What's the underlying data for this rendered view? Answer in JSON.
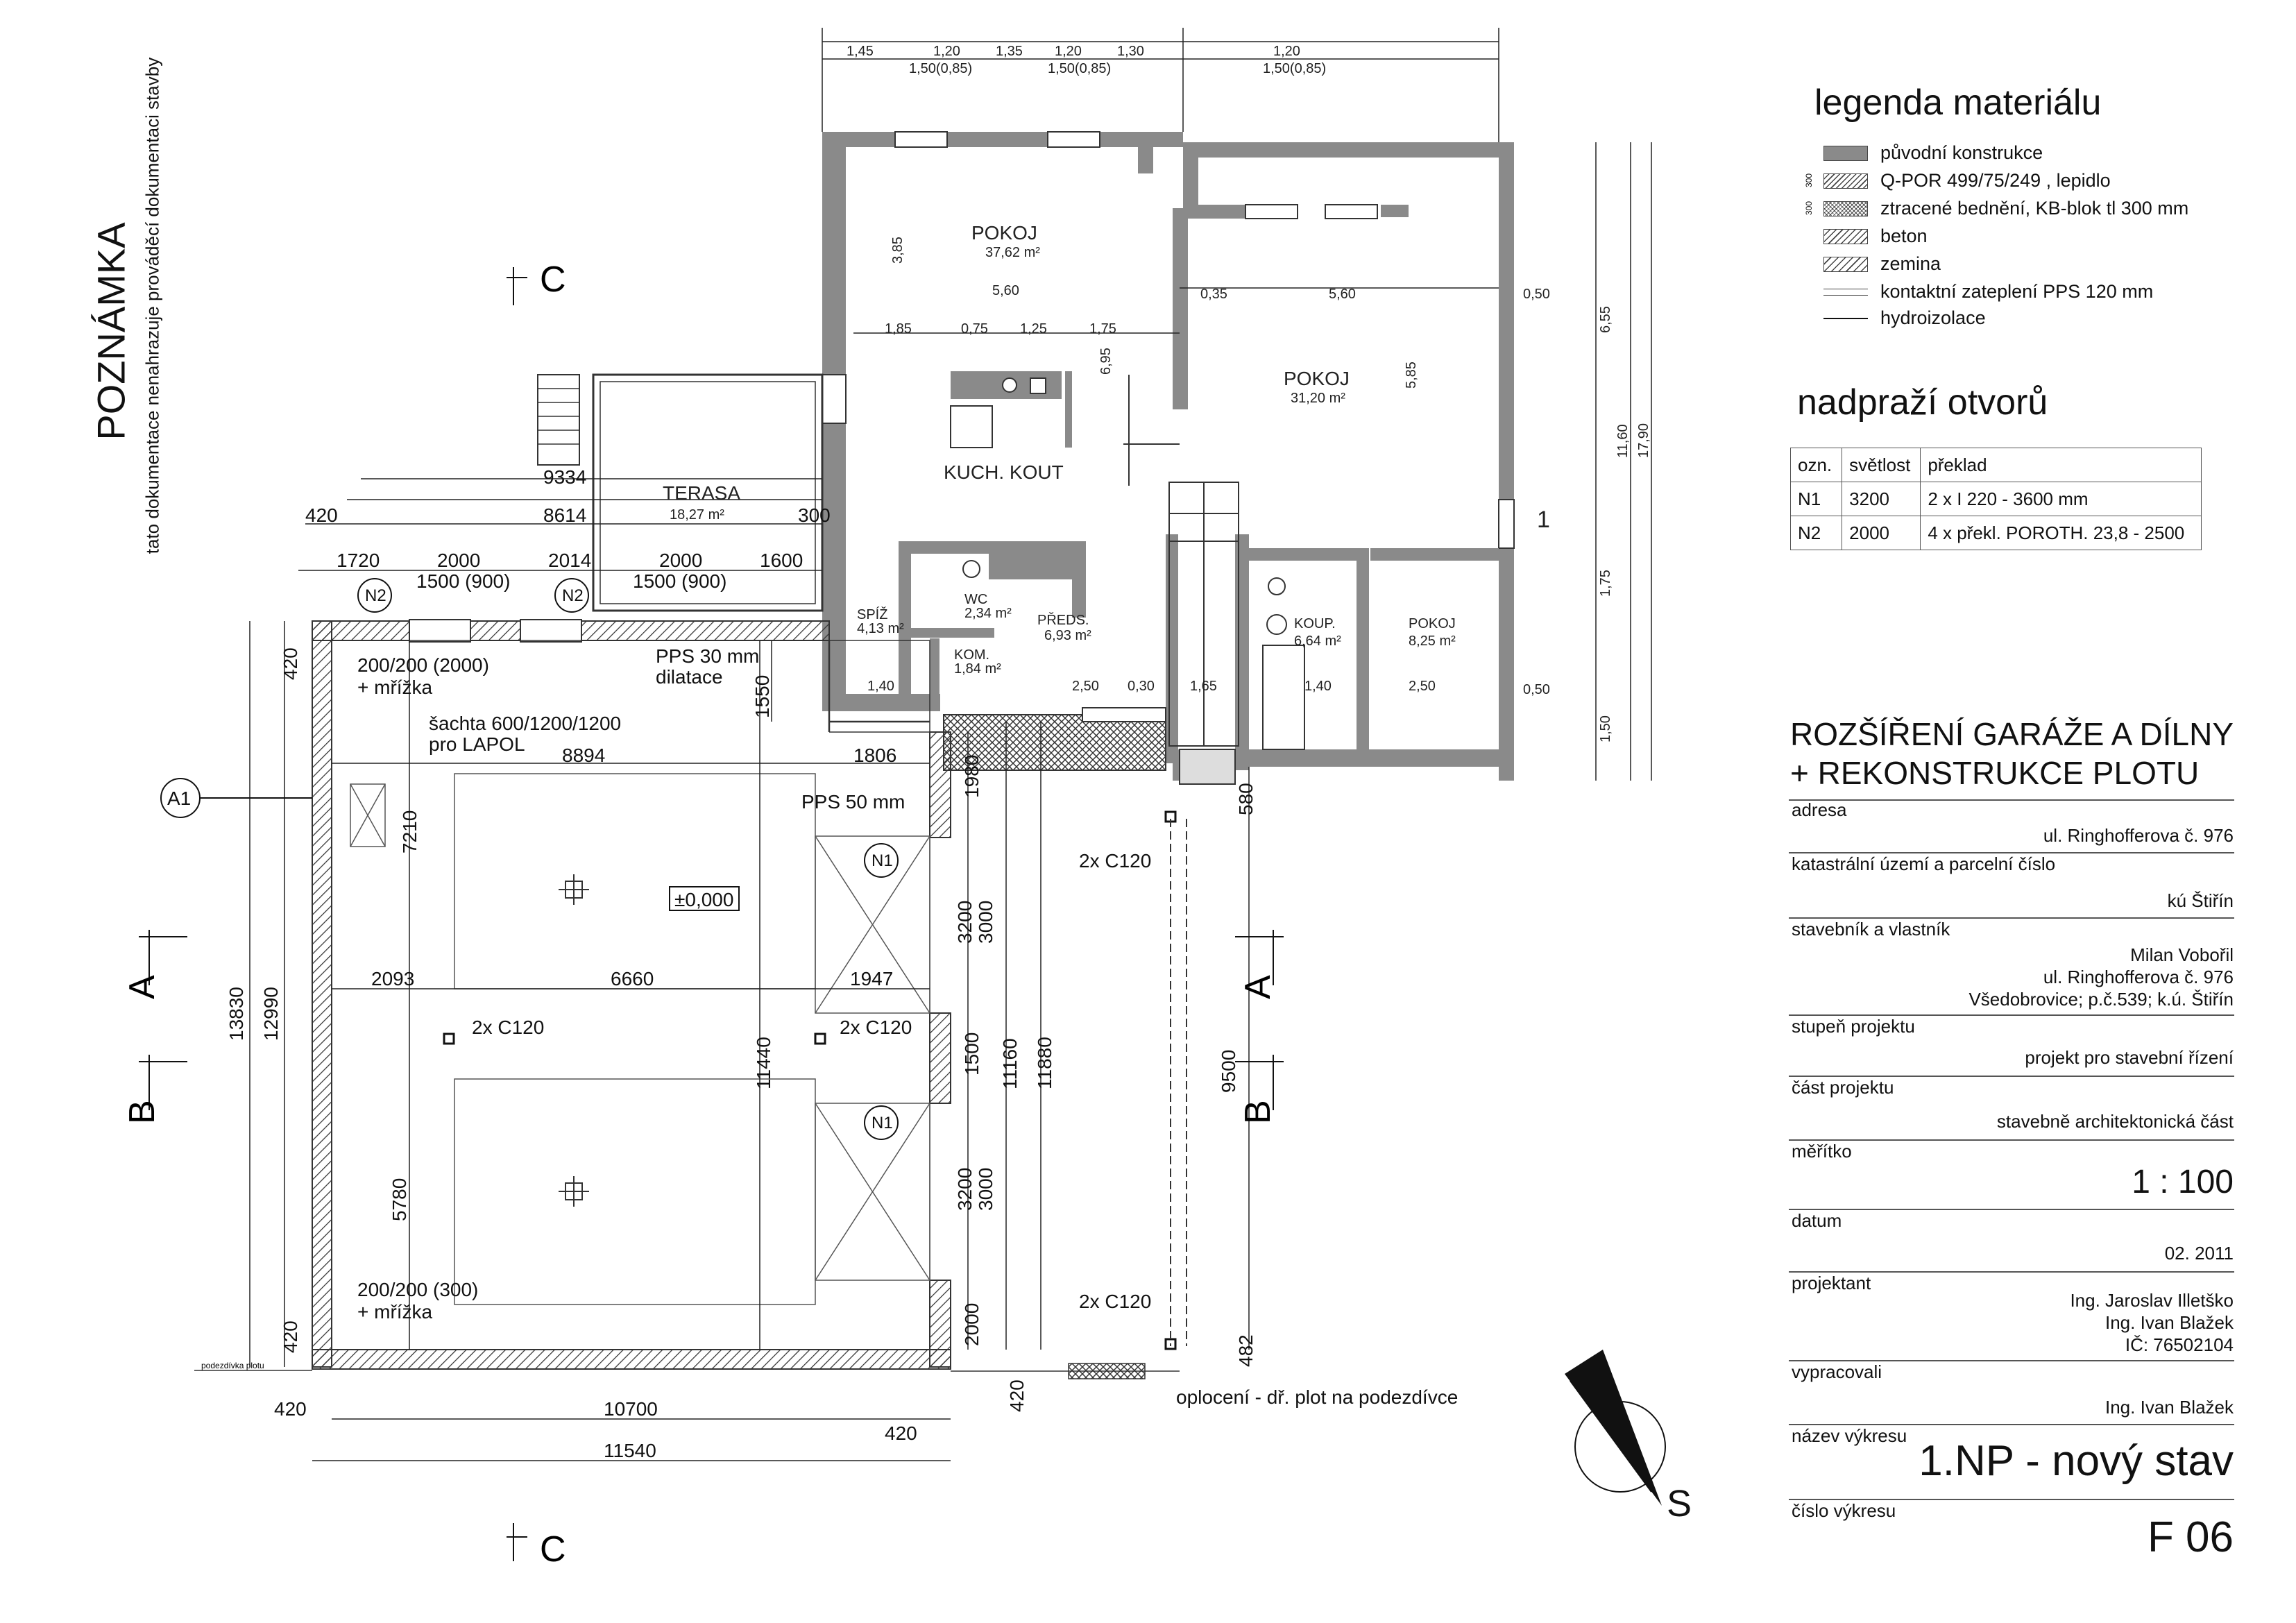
{
  "note": {
    "title": "POZNÁMKA",
    "text": "tato dokumentace nenahrazuje prováděcí dokumentaci stavby"
  },
  "legend": {
    "title": "legenda materiálu",
    "items": [
      {
        "label": "původní konstrukce",
        "num": ""
      },
      {
        "label": "Q-POR 499/75/249 , lepidlo",
        "num": "300"
      },
      {
        "label": "ztracené bednění, KB-blok tl 300 mm",
        "num": "300"
      },
      {
        "label": "beton",
        "num": ""
      },
      {
        "label": "zemina",
        "num": ""
      },
      {
        "label": "kontaktní zateplení PPS 120 mm",
        "num": ""
      },
      {
        "label": "hydroizolace",
        "num": ""
      }
    ]
  },
  "lintels": {
    "title": "nadpraží otvorů",
    "headers": [
      "ozn.",
      "světlost",
      "překlad"
    ],
    "rows": [
      [
        "N1",
        "3200",
        "2 x I 220 - 3600 mm"
      ],
      [
        "N2",
        "2000",
        "4 x překl. POROTH. 23,8 - 2500"
      ]
    ]
  },
  "titleblock": {
    "project_line1": "ROZŠÍŘENÍ GARÁŽE A DÍLNY",
    "project_line2": "+ REKONSTRUKCE PLOTU",
    "address_label": "adresa",
    "address": "ul. Ringhofferova č. 976",
    "cadastre_label": "katastrální území a parcelní číslo",
    "cadastre": "kú Štiřín",
    "owner_label": "stavebník a vlastník",
    "owner_1": "Milan Vobořil",
    "owner_2": "ul. Ringhofferova č. 976",
    "owner_3": "Všedobrovice; p.č.539; k.ú. Štiřín",
    "stage_label": "stupeň projektu",
    "stage": "projekt pro stavební řízení",
    "part_label": "část projektu",
    "part": "stavebně architektonická část",
    "scale_label": "měřítko",
    "scale": "1 : 100",
    "date_label": "datum",
    "date": "02. 2011",
    "designer_label": "projektant",
    "designer_1": "Ing. Jaroslav Illetško",
    "designer_2": "Ing. Ivan Blažek",
    "designer_3": "IČ: 76502104",
    "drawn_label": "vypracovali",
    "drawn": "Ing. Ivan Blažek",
    "drawing_name_label": "název výkresu",
    "drawing_name": "1.NP - nový stav",
    "drawing_no_label": "číslo výkresu",
    "drawing_no": "F 06"
  },
  "plan": {
    "rooms": {
      "pokoj1": "POKOJ",
      "pokoj1_area": "37,62 m²",
      "pokoj2": "POKOJ",
      "pokoj2_area": "31,20 m²",
      "terasa": "TERASA",
      "terasa_area": "18,27 m²",
      "kuch": "KUCH. KOUT",
      "spiz": "SPÍŽ",
      "spiz_area": "4,13 m²",
      "wc": "WC",
      "wc_area": "2,34 m²",
      "preds": "PŘEDS.",
      "preds_area": "6,93 m²",
      "kom": "KOM.",
      "kom_area": "1,84 m²",
      "koup": "KOUP.",
      "koup_area": "6,64 m²",
      "pokoj3": "POKOJ",
      "pokoj3_area": "8,25 m²"
    },
    "labels": {
      "pps30": "PPS 30 mm",
      "dilatace": "dilatace",
      "pps50": "PPS 50 mm",
      "vent1": "200/200 (2000)",
      "vent1b": "+ mřížka",
      "vent2": "200/200 (300)",
      "vent2b": "+ mřížka",
      "sachta1": "šachta 600/1200/1200",
      "sachta2": "pro LAPOL",
      "level": "±0,000",
      "c120_1": "2x C120",
      "c120_2": "2x C120",
      "c120_3": "2x C120",
      "c120_4": "2x C120",
      "fence": "oplocení - dř. plot na podezdívce",
      "podezdivka": "podezdívka plotu",
      "north": "S",
      "one": "1"
    },
    "markers": {
      "a1": "A1",
      "n2a": "N2",
      "n2b": "N2",
      "n1a": "N1",
      "n1b": "N1",
      "secA": "A",
      "secB": "B",
      "secC": "C"
    },
    "dims": {
      "d9334": "9334",
      "d8614": "8614",
      "d420a": "420",
      "d300": "300",
      "d1720": "1720",
      "d2000a": "2000",
      "d2014": "2014",
      "d2000b": "2000",
      "d1600": "1600",
      "d1500a": "1500 (900)",
      "d1500b": "1500 (900)",
      "d8894": "8894",
      "d1806": "1806",
      "d7210": "7210",
      "d1550": "1550",
      "d2093": "2093",
      "d6660": "6660",
      "d1947": "1947",
      "d5780": "5780",
      "d13830": "13830",
      "d12990": "12990",
      "d420l1": "420",
      "d420l2": "420",
      "d11440": "11440",
      "d11160": "11160",
      "d11880": "11880",
      "d9500": "9500",
      "d3200a": "3200",
      "d3000a": "3000",
      "d1500v": "1500",
      "d3200b": "3200",
      "d3000b": "3000",
      "d1980": "1980",
      "d2000v": "2000",
      "d580": "580",
      "d482": "482",
      "d420v": "420",
      "d10700": "10700",
      "d11540": "11540",
      "d420b1": "420",
      "d420b2": "420",
      "t1": "1,45",
      "t2": "1,20",
      "t3": "1,35",
      "t4": "1,20",
      "t5": "1,30",
      "t6": "1,50(0,85)",
      "t7": "1,50(0,85)",
      "t8": "1,20",
      "t9": "1,50(0,85)",
      "h560a": "5,60",
      "h560b": "5,60",
      "h185": "1,85",
      "h075": "0,75",
      "h125": "1,25",
      "h175": "1,75",
      "h035": "0,35",
      "h050": "0,50",
      "h050b": "0,50",
      "v655": "6,55",
      "v1160": "11,60",
      "v1790": "17,90",
      "v175": "1,75",
      "v150": "1,50",
      "v385": "3,85",
      "v695": "6,95",
      "v585": "5,85",
      "b140": "1,40",
      "b250": "2,50",
      "b030": "0,30",
      "b165": "1,65",
      "b140b": "1,40",
      "b250b": "2,50"
    }
  }
}
